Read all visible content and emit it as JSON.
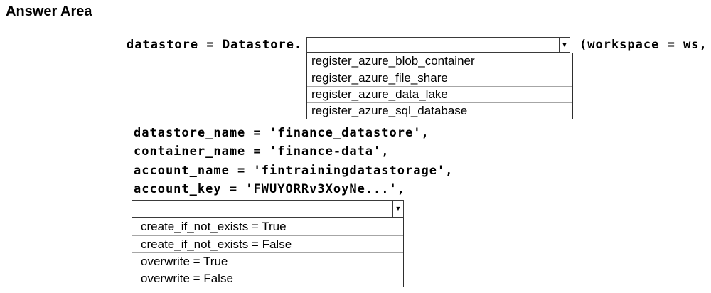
{
  "title": "Answer Area",
  "colors": {
    "background": "#ffffff",
    "text": "#000000",
    "box_border": "#3a3a3a",
    "row_separator": "#a6a6a6"
  },
  "icons": {
    "dropdown_arrow": "▼"
  },
  "code": {
    "line1_prefix": "datastore = Datastore.",
    "line1_suffix": "(workspace = ws,",
    "line2": "datastore_name = 'finance_datastore',",
    "line3": "container_name = 'finance-data',",
    "line4": "account_name = 'fintrainingdatastorage',",
    "line5": "account_key = 'FWUYORRv3XoyNe...',"
  },
  "dropdown1": {
    "value": "",
    "options": [
      "register_azure_blob_container",
      "register_azure_file_share",
      "register_azure_data_lake",
      "register_azure_sql_database"
    ]
  },
  "dropdown2": {
    "value": "",
    "options": [
      "create_if_not_exists = True",
      "create_if_not_exists = False",
      "overwrite = True",
      "overwrite = False"
    ]
  }
}
